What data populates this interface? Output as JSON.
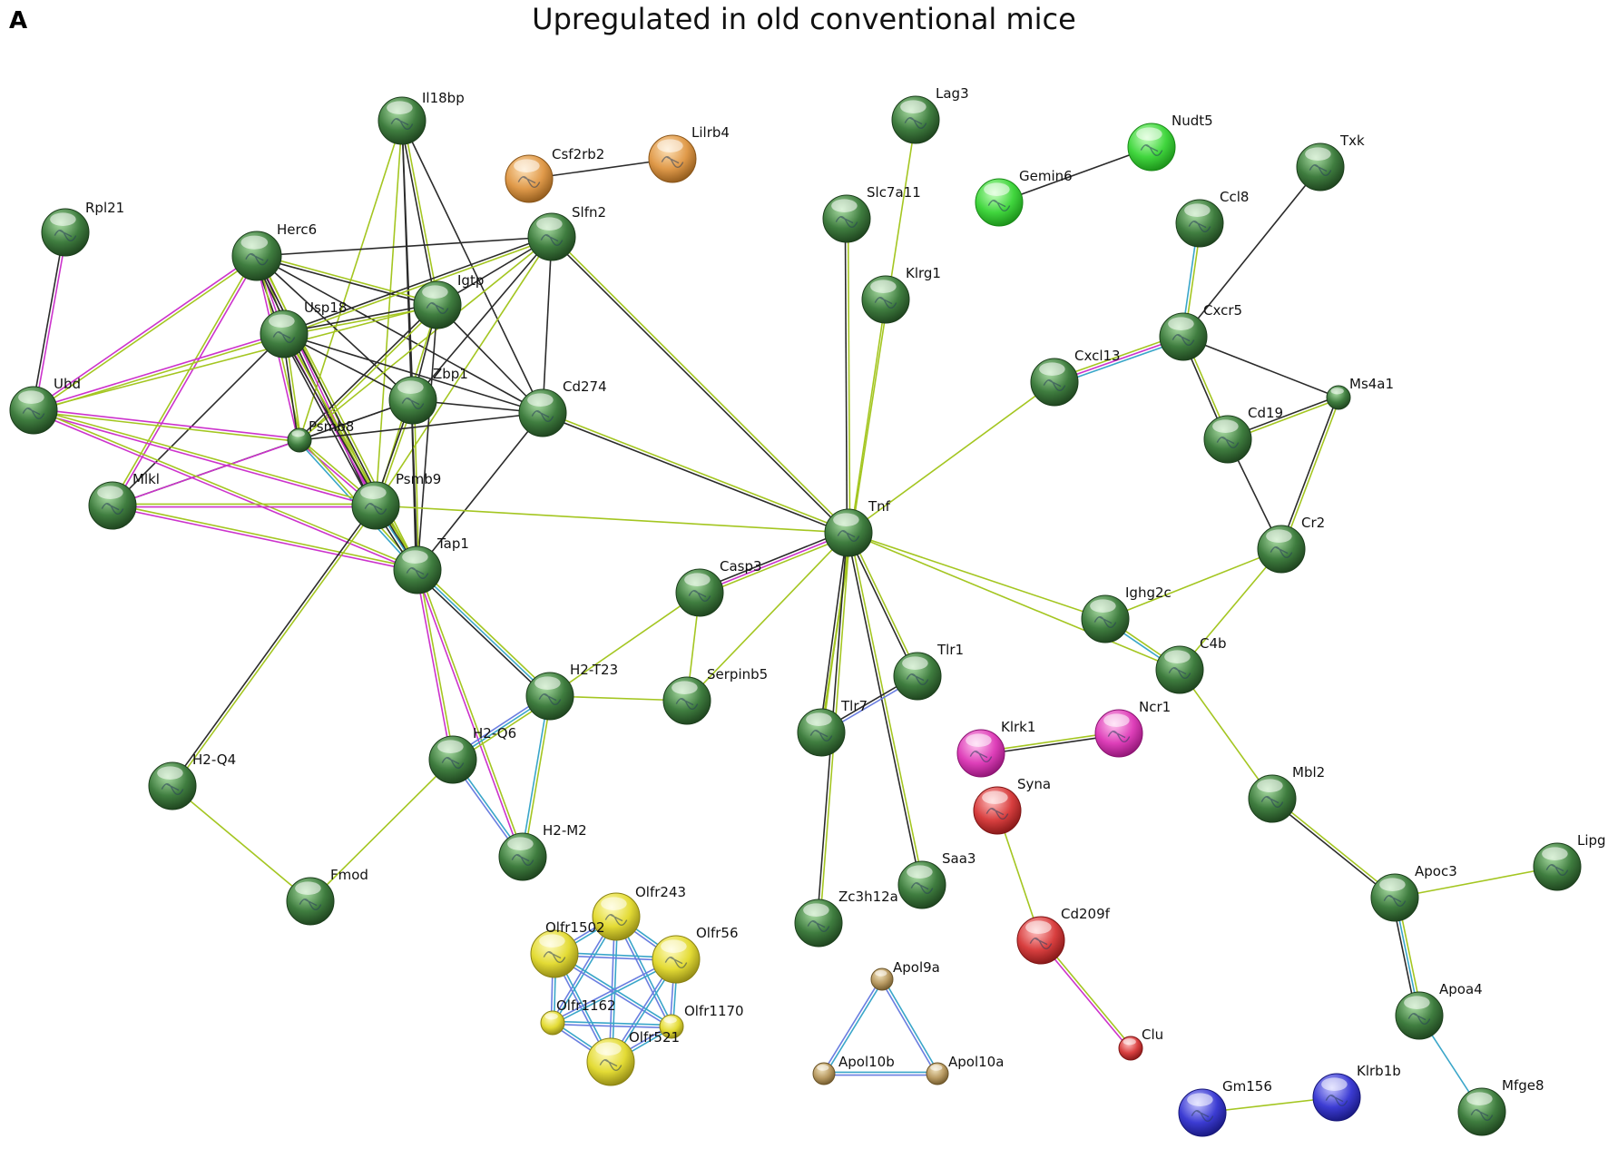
{
  "panel_letter": "A",
  "title": "Upregulated in old conventional mice",
  "edge_colors": {
    "black": "#2b2b2b",
    "lime": "#a4c621",
    "magenta": "#cc33cc",
    "cyan": "#3aa6c9",
    "blue": "#6a7ee0"
  },
  "node_colors": {
    "green": [
      "#aee0a8",
      "#3f7d3f",
      "#1b3e1b"
    ],
    "orange": [
      "#fde1b8",
      "#e09a4a",
      "#8a5518"
    ],
    "brightgreen": [
      "#c9ffc2",
      "#41d63e",
      "#188a16"
    ],
    "magenta": [
      "#ffc8ef",
      "#de3fb9",
      "#8a1270"
    ],
    "red": [
      "#ffc2c2",
      "#d83f3f",
      "#7e1414"
    ],
    "yellow": [
      "#fffbc4",
      "#e3db35",
      "#8a8212"
    ],
    "tan": [
      "#f2e4c0",
      "#b89a62",
      "#6b5428"
    ],
    "blue": [
      "#c8c8ff",
      "#3c3cd3",
      "#151578"
    ]
  },
  "nodes": [
    {
      "label": "Il18bp",
      "color": "green"
    },
    {
      "label": "Csf2rb2",
      "color": "orange"
    },
    {
      "label": "Lilrb4",
      "color": "orange"
    },
    {
      "label": "Rpl21",
      "color": "green"
    },
    {
      "label": "Herc6",
      "color": "green"
    },
    {
      "label": "Slfn2",
      "color": "green"
    },
    {
      "label": "Igtp",
      "color": "green"
    },
    {
      "label": "Usp18",
      "color": "green"
    },
    {
      "label": "Ubd",
      "color": "green"
    },
    {
      "label": "Zbp1",
      "color": "green"
    },
    {
      "label": "Psmb8",
      "color": "green"
    },
    {
      "label": "Cd274",
      "color": "green"
    },
    {
      "label": "Mlkl",
      "color": "green"
    },
    {
      "label": "Psmb9",
      "color": "green"
    },
    {
      "label": "Tap1",
      "color": "green"
    },
    {
      "label": "Lag3",
      "color": "green"
    },
    {
      "label": "Slc7a11",
      "color": "green"
    },
    {
      "label": "Klrg1",
      "color": "green"
    },
    {
      "label": "Nudt5",
      "color": "brightgreen"
    },
    {
      "label": "Gemin6",
      "color": "brightgreen"
    },
    {
      "label": "Txk",
      "color": "green"
    },
    {
      "label": "Ccl8",
      "color": "green"
    },
    {
      "label": "Cxcr5",
      "color": "green"
    },
    {
      "label": "Cxcl13",
      "color": "green"
    },
    {
      "label": "Ms4a1",
      "color": "green"
    },
    {
      "label": "Cd19",
      "color": "green"
    },
    {
      "label": "Tnf",
      "color": "green"
    },
    {
      "label": "Cr2",
      "color": "green"
    },
    {
      "label": "Casp3",
      "color": "green"
    },
    {
      "label": "Ighg2c",
      "color": "green"
    },
    {
      "label": "C4b",
      "color": "green"
    },
    {
      "label": "Tlr1",
      "color": "green"
    },
    {
      "label": "H2-T23",
      "color": "green"
    },
    {
      "label": "Serpinb5",
      "color": "green"
    },
    {
      "label": "Tlr7",
      "color": "green"
    },
    {
      "label": "Klrk1",
      "color": "magenta"
    },
    {
      "label": "Ncr1",
      "color": "magenta"
    },
    {
      "label": "H2-Q6",
      "color": "green"
    },
    {
      "label": "H2-Q4",
      "color": "green"
    },
    {
      "label": "Syna",
      "color": "red"
    },
    {
      "label": "Mbl2",
      "color": "green"
    },
    {
      "label": "H2-M2",
      "color": "green"
    },
    {
      "label": "Fmod",
      "color": "green"
    },
    {
      "label": "Saa3",
      "color": "green"
    },
    {
      "label": "Lipg",
      "color": "green"
    },
    {
      "label": "Apoc3",
      "color": "green"
    },
    {
      "label": "Olfr243",
      "color": "yellow"
    },
    {
      "label": "Zc3h12a",
      "color": "green"
    },
    {
      "label": "Cd209f",
      "color": "red"
    },
    {
      "label": "Olfr1502",
      "color": "yellow"
    },
    {
      "label": "Olfr56",
      "color": "yellow"
    },
    {
      "label": "Apol9a",
      "color": "tan"
    },
    {
      "label": "Apoa4",
      "color": "green"
    },
    {
      "label": "Olfr1162",
      "color": "yellow"
    },
    {
      "label": "Olfr1170",
      "color": "yellow"
    },
    {
      "label": "Olfr521",
      "color": "yellow"
    },
    {
      "label": "Clu",
      "color": "red"
    },
    {
      "label": "Apol10b",
      "color": "tan"
    },
    {
      "label": "Apol10a",
      "color": "tan"
    },
    {
      "label": "Klrb1b",
      "color": "blue"
    },
    {
      "label": "Gm156",
      "color": "blue"
    },
    {
      "label": "Mfge8",
      "color": "green"
    }
  ],
  "edges": [
    {
      "a": "Csf2rb2",
      "b": "Lilrb4",
      "colors": [
        "black"
      ]
    },
    {
      "a": "Nudt5",
      "b": "Gemin6",
      "colors": [
        "black"
      ]
    },
    {
      "a": "Rpl21",
      "b": "Ubd",
      "colors": [
        "magenta",
        "black"
      ]
    },
    {
      "a": "Il18bp",
      "b": "Igtp",
      "colors": [
        "lime",
        "black"
      ]
    },
    {
      "a": "Il18bp",
      "b": "Zbp1",
      "colors": [
        "black"
      ]
    },
    {
      "a": "Il18bp",
      "b": "Cd274",
      "colors": [
        "black"
      ]
    },
    {
      "a": "Il18bp",
      "b": "Psmb8",
      "colors": [
        "lime"
      ]
    },
    {
      "a": "Il18bp",
      "b": "Psmb9",
      "colors": [
        "lime"
      ]
    },
    {
      "a": "Il18bp",
      "b": "Tap1",
      "colors": [
        "black"
      ]
    },
    {
      "a": "Herc6",
      "b": "Usp18",
      "colors": [
        "lime",
        "magenta",
        "black"
      ]
    },
    {
      "a": "Herc6",
      "b": "Igtp",
      "colors": [
        "lime",
        "black"
      ]
    },
    {
      "a": "Herc6",
      "b": "Slfn2",
      "colors": [
        "black"
      ]
    },
    {
      "a": "Herc6",
      "b": "Zbp1",
      "colors": [
        "black"
      ]
    },
    {
      "a": "Herc6",
      "b": "Cd274",
      "colors": [
        "black"
      ]
    },
    {
      "a": "Herc6",
      "b": "Ubd",
      "colors": [
        "lime",
        "magenta"
      ]
    },
    {
      "a": "Herc6",
      "b": "Mlkl",
      "colors": [
        "magenta",
        "lime"
      ]
    },
    {
      "a": "Herc6",
      "b": "Psmb8",
      "colors": [
        "lime",
        "magenta"
      ]
    },
    {
      "a": "Herc6",
      "b": "Psmb9",
      "colors": [
        "lime",
        "magenta",
        "black"
      ]
    },
    {
      "a": "Herc6",
      "b": "Tap1",
      "colors": [
        "lime",
        "black"
      ]
    },
    {
      "a": "Slfn2",
      "b": "Igtp",
      "colors": [
        "black"
      ]
    },
    {
      "a": "Slfn2",
      "b": "Usp18",
      "colors": [
        "lime",
        "black"
      ]
    },
    {
      "a": "Slfn2",
      "b": "Zbp1",
      "colors": [
        "black"
      ]
    },
    {
      "a": "Slfn2",
      "b": "Cd274",
      "colors": [
        "black"
      ]
    },
    {
      "a": "Slfn2",
      "b": "Psmb8",
      "colors": [
        "lime"
      ]
    },
    {
      "a": "Slfn2",
      "b": "Psmb9",
      "colors": [
        "lime"
      ]
    },
    {
      "a": "Slfn2",
      "b": "Tnf",
      "colors": [
        "lime",
        "black"
      ]
    },
    {
      "a": "Igtp",
      "b": "Usp18",
      "colors": [
        "lime",
        "black"
      ]
    },
    {
      "a": "Igtp",
      "b": "Zbp1",
      "colors": [
        "black"
      ]
    },
    {
      "a": "Igtp",
      "b": "Cd274",
      "colors": [
        "black"
      ]
    },
    {
      "a": "Igtp",
      "b": "Psmb8",
      "colors": [
        "lime",
        "black"
      ]
    },
    {
      "a": "Igtp",
      "b": "Psmb9",
      "colors": [
        "lime"
      ]
    },
    {
      "a": "Igtp",
      "b": "Tap1",
      "colors": [
        "black"
      ]
    },
    {
      "a": "Igtp",
      "b": "Ubd",
      "colors": [
        "lime"
      ]
    },
    {
      "a": "Usp18",
      "b": "Zbp1",
      "colors": [
        "black"
      ]
    },
    {
      "a": "Usp18",
      "b": "Cd274",
      "colors": [
        "black"
      ]
    },
    {
      "a": "Usp18",
      "b": "Psmb8",
      "colors": [
        "lime",
        "black"
      ]
    },
    {
      "a": "Usp18",
      "b": "Psmb9",
      "colors": [
        "lime",
        "magenta",
        "black"
      ]
    },
    {
      "a": "Usp18",
      "b": "Tap1",
      "colors": [
        "lime",
        "black"
      ]
    },
    {
      "a": "Usp18",
      "b": "Ubd",
      "colors": [
        "lime",
        "magenta"
      ]
    },
    {
      "a": "Usp18",
      "b": "Mlkl",
      "colors": [
        "black"
      ]
    },
    {
      "a": "Zbp1",
      "b": "Cd274",
      "colors": [
        "black"
      ]
    },
    {
      "a": "Zbp1",
      "b": "Psmb8",
      "colors": [
        "black"
      ]
    },
    {
      "a": "Zbp1",
      "b": "Psmb9",
      "colors": [
        "lime",
        "black"
      ]
    },
    {
      "a": "Zbp1",
      "b": "Tap1",
      "colors": [
        "lime",
        "black"
      ]
    },
    {
      "a": "Zbp1",
      "b": "Mlkl",
      "colors": [
        "black"
      ]
    },
    {
      "a": "Psmb8",
      "b": "Cd274",
      "colors": [
        "black"
      ]
    },
    {
      "a": "Psmb8",
      "b": "Psmb9",
      "colors": [
        "lime",
        "magenta"
      ]
    },
    {
      "a": "Psmb8",
      "b": "Tap1",
      "colors": [
        "lime",
        "cyan"
      ]
    },
    {
      "a": "Psmb8",
      "b": "Ubd",
      "colors": [
        "lime",
        "magenta"
      ]
    },
    {
      "a": "Psmb8",
      "b": "Mlkl",
      "colors": [
        "magenta"
      ]
    },
    {
      "a": "Cd274",
      "b": "Tnf",
      "colors": [
        "lime",
        "black"
      ]
    },
    {
      "a": "Cd274",
      "b": "Tap1",
      "colors": [
        "black"
      ]
    },
    {
      "a": "Ubd",
      "b": "Psmb9",
      "colors": [
        "lime",
        "magenta"
      ]
    },
    {
      "a": "Ubd",
      "b": "Tap1",
      "colors": [
        "lime",
        "magenta"
      ]
    },
    {
      "a": "Mlkl",
      "b": "Psmb9",
      "colors": [
        "lime",
        "magenta"
      ]
    },
    {
      "a": "Mlkl",
      "b": "Tap1",
      "colors": [
        "lime",
        "magenta"
      ]
    },
    {
      "a": "Psmb9",
      "b": "Tap1",
      "colors": [
        "lime",
        "cyan",
        "black"
      ]
    },
    {
      "a": "Psmb9",
      "b": "Tnf",
      "colors": [
        "lime"
      ]
    },
    {
      "a": "Psmb9",
      "b": "H2-Q4",
      "colors": [
        "lime",
        "black"
      ]
    },
    {
      "a": "Tap1",
      "b": "H2-T23",
      "colors": [
        "lime",
        "cyan",
        "black"
      ]
    },
    {
      "a": "Tap1",
      "b": "H2-Q6",
      "colors": [
        "lime",
        "magenta"
      ]
    },
    {
      "a": "Tap1",
      "b": "H2-M2",
      "colors": [
        "lime",
        "magenta"
      ]
    },
    {
      "a": "Lag3",
      "b": "Tlr7",
      "colors": [
        "lime"
      ]
    },
    {
      "a": "Slc7a11",
      "b": "Tnf",
      "colors": [
        "lime",
        "black"
      ]
    },
    {
      "a": "Klrg1",
      "b": "Tlr7",
      "colors": [
        "lime"
      ]
    },
    {
      "a": "Tnf",
      "b": "Casp3",
      "colors": [
        "lime",
        "magenta",
        "black"
      ]
    },
    {
      "a": "Tnf",
      "b": "Serpinb5",
      "colors": [
        "lime"
      ]
    },
    {
      "a": "Tnf",
      "b": "Tlr1",
      "colors": [
        "lime",
        "black"
      ]
    },
    {
      "a": "Tnf",
      "b": "Tlr7",
      "colors": [
        "lime",
        "black"
      ]
    },
    {
      "a": "Tnf",
      "b": "Saa3",
      "colors": [
        "lime",
        "black"
      ]
    },
    {
      "a": "Tnf",
      "b": "Zc3h12a",
      "colors": [
        "lime",
        "black"
      ]
    },
    {
      "a": "Tnf",
      "b": "Cxcl13",
      "colors": [
        "lime"
      ]
    },
    {
      "a": "Tnf",
      "b": "Ighg2c",
      "colors": [
        "lime"
      ]
    },
    {
      "a": "Tnf",
      "b": "C4b",
      "colors": [
        "lime"
      ]
    },
    {
      "a": "Casp3",
      "b": "H2-T23",
      "colors": [
        "lime"
      ]
    },
    {
      "a": "Casp3",
      "b": "Serpinb5",
      "colors": [
        "lime"
      ]
    },
    {
      "a": "H2-T23",
      "b": "Serpinb5",
      "colors": [
        "lime"
      ]
    },
    {
      "a": "H2-T23",
      "b": "H2-Q6",
      "colors": [
        "lime",
        "cyan",
        "blue"
      ]
    },
    {
      "a": "H2-T23",
      "b": "H2-M2",
      "colors": [
        "lime",
        "cyan"
      ]
    },
    {
      "a": "H2-Q6",
      "b": "H2-M2",
      "colors": [
        "cyan",
        "blue"
      ]
    },
    {
      "a": "H2-Q6",
      "b": "Fmod",
      "colors": [
        "lime"
      ]
    },
    {
      "a": "H2-Q4",
      "b": "Fmod",
      "colors": [
        "lime"
      ]
    },
    {
      "a": "Tlr1",
      "b": "Tlr7",
      "colors": [
        "blue",
        "black"
      ]
    },
    {
      "a": "Txk",
      "b": "Cxcr5",
      "colors": [
        "black"
      ]
    },
    {
      "a": "Ccl8",
      "b": "Cxcr5",
      "colors": [
        "lime",
        "cyan"
      ]
    },
    {
      "a": "Cxcl13",
      "b": "Cxcr5",
      "colors": [
        "lime",
        "magenta",
        "cyan"
      ]
    },
    {
      "a": "Cxcr5",
      "b": "Ms4a1",
      "colors": [
        "black"
      ]
    },
    {
      "a": "Cxcr5",
      "b": "Cd19",
      "colors": [
        "lime",
        "black"
      ]
    },
    {
      "a": "Ms4a1",
      "b": "Cd19",
      "colors": [
        "lime",
        "black"
      ]
    },
    {
      "a": "Ms4a1",
      "b": "Cr2",
      "colors": [
        "lime",
        "black"
      ]
    },
    {
      "a": "Cd19",
      "b": "Cr2",
      "colors": [
        "black"
      ]
    },
    {
      "a": "Cr2",
      "b": "Ighg2c",
      "colors": [
        "lime"
      ]
    },
    {
      "a": "Cr2",
      "b": "C4b",
      "colors": [
        "lime"
      ]
    },
    {
      "a": "Ighg2c",
      "b": "C4b",
      "colors": [
        "lime",
        "cyan"
      ]
    },
    {
      "a": "C4b",
      "b": "Mbl2",
      "colors": [
        "lime"
      ]
    },
    {
      "a": "Mbl2",
      "b": "Apoc3",
      "colors": [
        "lime",
        "black"
      ]
    },
    {
      "a": "Apoc3",
      "b": "Lipg",
      "colors": [
        "lime"
      ]
    },
    {
      "a": "Apoc3",
      "b": "Apoa4",
      "colors": [
        "lime",
        "cyan",
        "black"
      ]
    },
    {
      "a": "Apoa4",
      "b": "Mfge8",
      "colors": [
        "cyan"
      ]
    },
    {
      "a": "Klrk1",
      "b": "Ncr1",
      "colors": [
        "lime",
        "black"
      ]
    },
    {
      "a": "Syna",
      "b": "Cd209f",
      "colors": [
        "lime"
      ]
    },
    {
      "a": "Cd209f",
      "b": "Clu",
      "colors": [
        "lime",
        "magenta"
      ]
    },
    {
      "a": "Gm156",
      "b": "Klrb1b",
      "colors": [
        "lime"
      ]
    },
    {
      "a": "Apol9a",
      "b": "Apol10b",
      "colors": [
        "cyan",
        "blue"
      ]
    },
    {
      "a": "Apol9a",
      "b": "Apol10a",
      "colors": [
        "cyan",
        "blue"
      ]
    },
    {
      "a": "Apol10b",
      "b": "Apol10a",
      "colors": [
        "cyan",
        "blue"
      ]
    },
    {
      "a": "Olfr243",
      "b": "Olfr1502",
      "colors": [
        "cyan",
        "blue"
      ]
    },
    {
      "a": "Olfr243",
      "b": "Olfr56",
      "colors": [
        "cyan",
        "blue"
      ]
    },
    {
      "a": "Olfr243",
      "b": "Olfr1162",
      "colors": [
        "cyan",
        "blue"
      ]
    },
    {
      "a": "Olfr243",
      "b": "Olfr1170",
      "colors": [
        "cyan",
        "blue"
      ]
    },
    {
      "a": "Olfr243",
      "b": "Olfr521",
      "colors": [
        "cyan",
        "blue"
      ]
    },
    {
      "a": "Olfr1502",
      "b": "Olfr56",
      "colors": [
        "cyan",
        "blue"
      ]
    },
    {
      "a": "Olfr1502",
      "b": "Olfr1162",
      "colors": [
        "cyan",
        "blue"
      ]
    },
    {
      "a": "Olfr1502",
      "b": "Olfr1170",
      "colors": [
        "cyan",
        "blue"
      ]
    },
    {
      "a": "Olfr1502",
      "b": "Olfr521",
      "colors": [
        "cyan",
        "blue"
      ]
    },
    {
      "a": "Olfr56",
      "b": "Olfr1162",
      "colors": [
        "cyan",
        "blue"
      ]
    },
    {
      "a": "Olfr56",
      "b": "Olfr1170",
      "colors": [
        "cyan",
        "blue"
      ]
    },
    {
      "a": "Olfr56",
      "b": "Olfr521",
      "colors": [
        "cyan",
        "blue"
      ]
    },
    {
      "a": "Olfr1162",
      "b": "Olfr1170",
      "colors": [
        "cyan",
        "blue"
      ]
    },
    {
      "a": "Olfr1162",
      "b": "Olfr521",
      "colors": [
        "cyan",
        "blue"
      ]
    },
    {
      "a": "Olfr1170",
      "b": "Olfr521",
      "colors": [
        "cyan",
        "blue"
      ]
    }
  ]
}
